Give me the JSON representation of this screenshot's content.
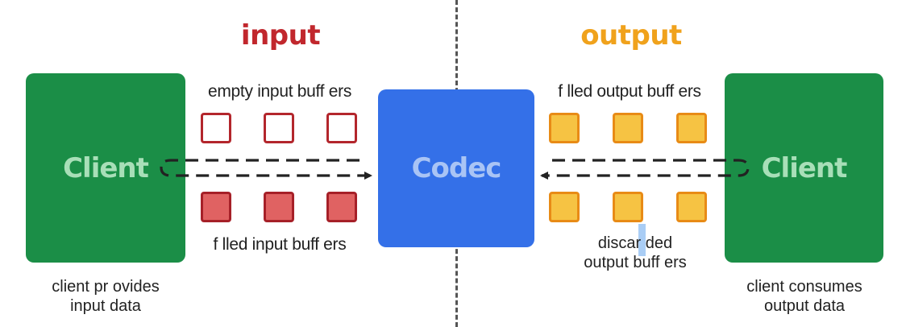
{
  "titles": {
    "input": "input",
    "output": "output"
  },
  "labels": {
    "empty_input": "empty input buff ers",
    "filled_input": "f lled input buff ers",
    "filled_output": "f lled output buff ers",
    "discarded_line1": "discar ded",
    "discarded_line2": "output buff ers"
  },
  "clients": {
    "left": "Client",
    "right": "Client"
  },
  "codec": "Codec",
  "captions": {
    "left_line1": "client pr ovides",
    "left_line2": "input data",
    "right_line1": "client consumes",
    "right_line2": "output data"
  },
  "colors": {
    "input_title": "#c1272d",
    "output_title": "#f0a21c",
    "client_bg": "#1b8e47",
    "client_text": "#a8dfb8",
    "codec_bg": "#3470e8",
    "codec_text": "#a9c4f5",
    "empty_buffer_border": "#b3262c",
    "filled_input_fill": "#e06262",
    "filled_input_border": "#a62028",
    "output_buffer_fill": "#f6c343",
    "output_buffer_border": "#e88b16",
    "arrow": "#222222"
  }
}
